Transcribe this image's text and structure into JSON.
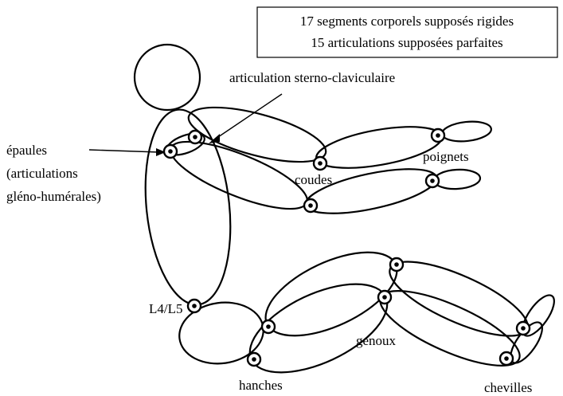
{
  "legend": {
    "line1": "17 segments corporels supposés rigides",
    "line2": "15 articulations supposées parfaites"
  },
  "labels": {
    "sterno": "articulation sterno-claviculaire",
    "epaules_1": "épaules",
    "epaules_2": "(articulations",
    "epaules_3": "gléno-humérales)",
    "coudes": "coudes",
    "poignets": "poignets",
    "l4l5": "L4/L5",
    "genoux": "genoux",
    "hanches": "hanches",
    "chevilles": "chevilles"
  }
}
